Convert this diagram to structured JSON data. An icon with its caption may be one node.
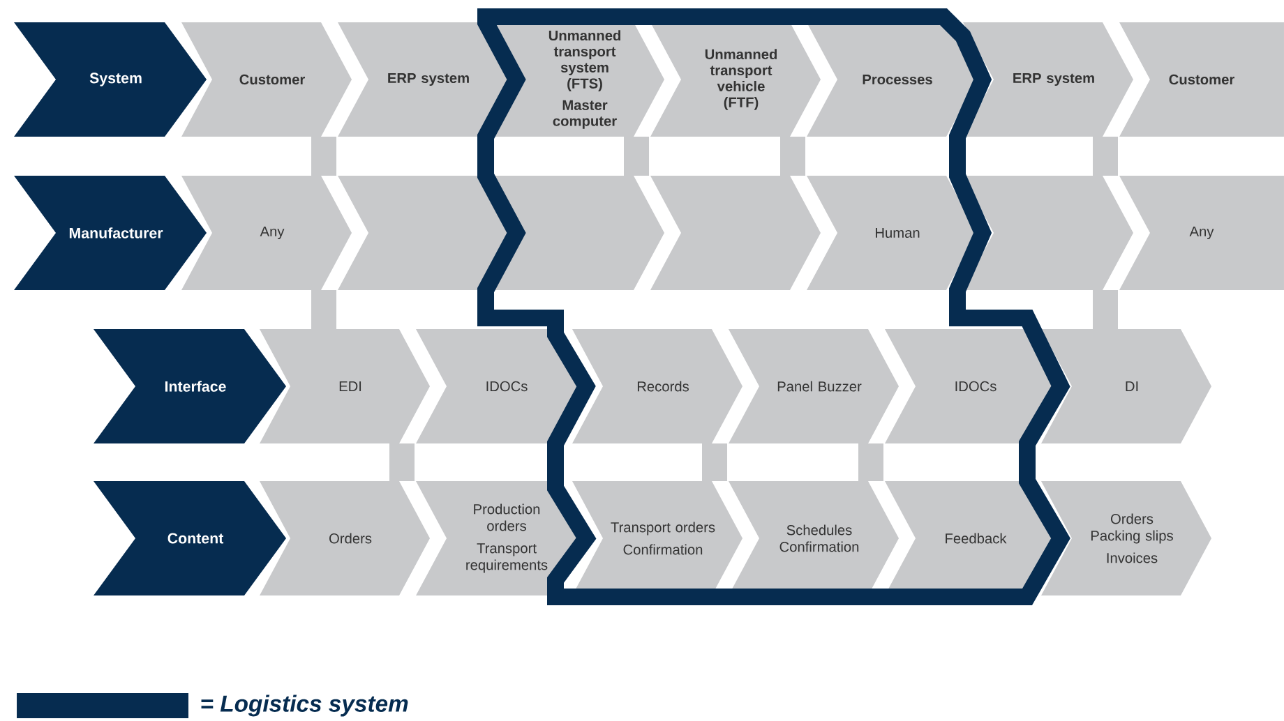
{
  "diagram": {
    "nodes": [
      {
        "text": [
          "System"
        ]
      },
      {
        "text": [
          "Customer"
        ]
      },
      {
        "text": [
          "ERP system"
        ]
      },
      {
        "text": [
          "Unmanned transport system (FTS)",
          "Master computer"
        ]
      },
      {
        "text": [
          "Unmanned transport vehicle (FTF)"
        ]
      },
      {
        "text": [
          "Processes"
        ]
      },
      {
        "text": [
          "ERP system"
        ]
      },
      {
        "text": [
          "Customer"
        ]
      },
      {
        "text": [
          "Manufacturer"
        ]
      },
      {
        "text": [
          "Any"
        ]
      },
      {
        "text": [],
        "shape": "chevron"
      },
      {
        "text": [],
        "shape": "chevron"
      },
      {
        "text": [],
        "shape": "chevron"
      },
      {
        "text": [
          "Human"
        ]
      },
      {
        "text": [],
        "shape": "chevron"
      },
      {
        "text": [
          "Any"
        ]
      },
      {
        "text": [
          "Interface"
        ]
      },
      {
        "text": [
          "EDI"
        ]
      },
      {
        "text": [
          "IDOCs"
        ]
      },
      {
        "text": [
          "Records"
        ]
      },
      {
        "text": [
          "Panel Buzzer"
        ]
      },
      {
        "text": [
          "IDOCs"
        ]
      },
      {
        "text": [
          "DI"
        ]
      },
      {
        "text": [
          "Content"
        ]
      },
      {
        "text": [
          "Orders"
        ]
      },
      {
        "text": [
          "Production orders",
          "Transport requirements"
        ]
      },
      {
        "text": [
          "Transport orders",
          "Confirmation"
        ]
      },
      {
        "text": [
          "Schedules Confirmation"
        ]
      },
      {
        "text": [
          "Feedback"
        ]
      },
      {
        "text": [
          "Orders Packing slips",
          "Invoices"
        ]
      }
    ],
    "legend": [
      {
        "text": "= Logistics system",
        "color": "#062c50"
      }
    ]
  }
}
